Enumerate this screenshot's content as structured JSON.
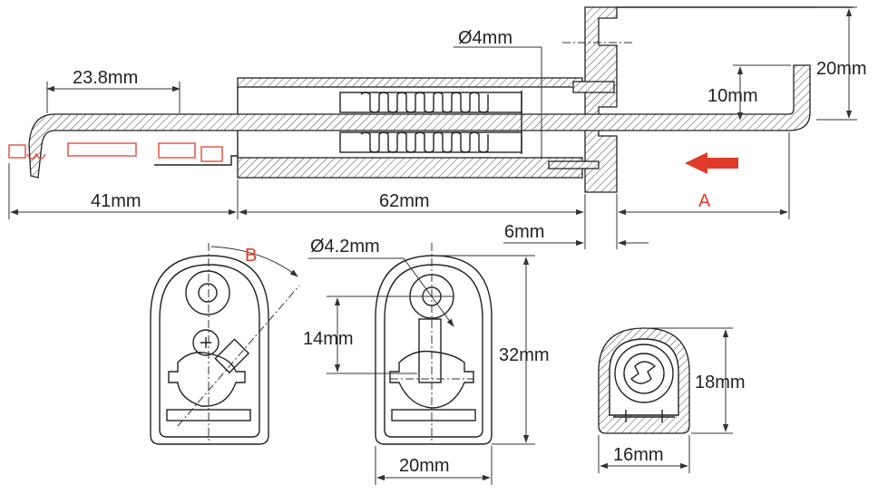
{
  "colors": {
    "line": "#222222",
    "accent": "#e03a2a",
    "background": "#ffffff"
  },
  "side_view": {
    "dim_23_8": "23.8mm",
    "dim_41": "41mm",
    "dim_62": "62mm",
    "dim_6": "6mm",
    "dim_4_dia": "Ø4mm",
    "dim_20_height": "20mm",
    "dim_10": "10mm",
    "dim_a_label": "A",
    "direction_arrow_icon": "left-arrow-icon"
  },
  "front_view_angle": {
    "callout_b": "B"
  },
  "front_view_straight": {
    "dim_4_2_dia": "Ø4.2mm",
    "dim_14": "14mm",
    "dim_32": "32mm",
    "dim_20_width": "20mm"
  },
  "end_view": {
    "dim_18": "18mm",
    "dim_16": "16mm"
  }
}
